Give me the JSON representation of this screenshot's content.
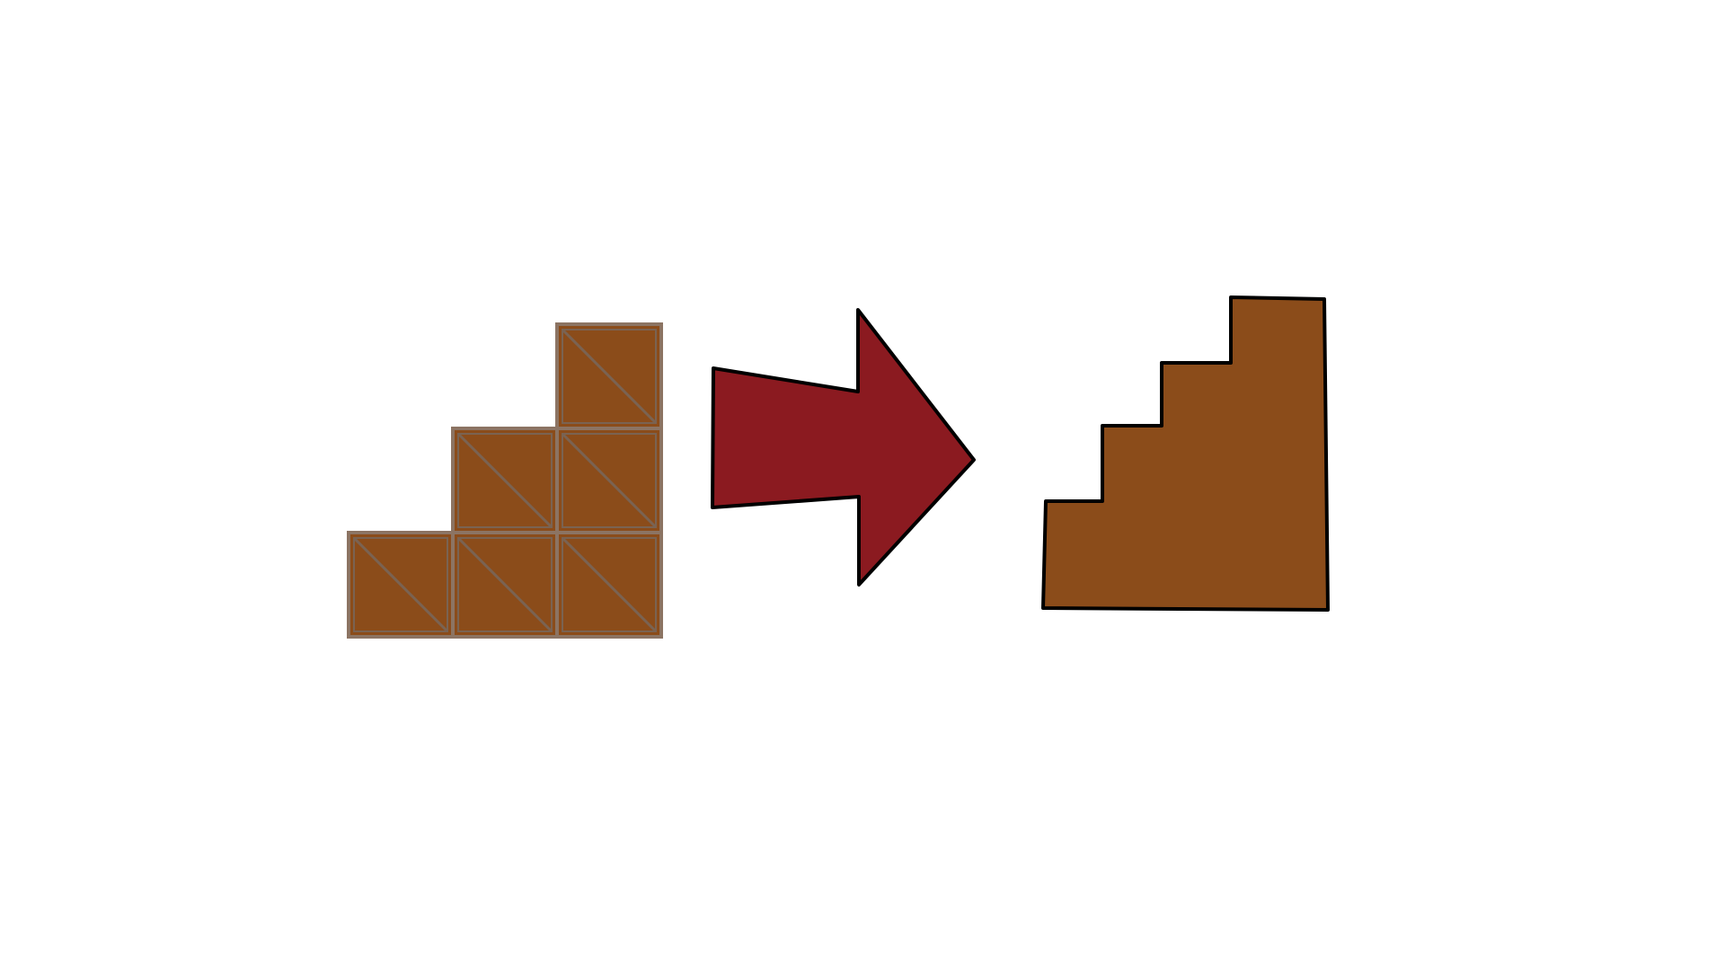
{
  "diagram": {
    "background_color": "#ffffff",
    "crate_stack": {
      "columns": [
        1,
        2,
        3
      ],
      "crate_fill": "#8b4c1a",
      "crate_border": "#8c7463",
      "crate_diagonal_color": "#7a6352",
      "crate_icon": "wooden-crate-icon"
    },
    "arrow": {
      "direction": "right",
      "fill": "#8b1a20",
      "outline": "#000000",
      "icon": "right-arrow-icon"
    },
    "staircase": {
      "steps": 4,
      "fill": "#8b4c1a",
      "outline": "#000000",
      "icon": "staircase-icon"
    }
  }
}
